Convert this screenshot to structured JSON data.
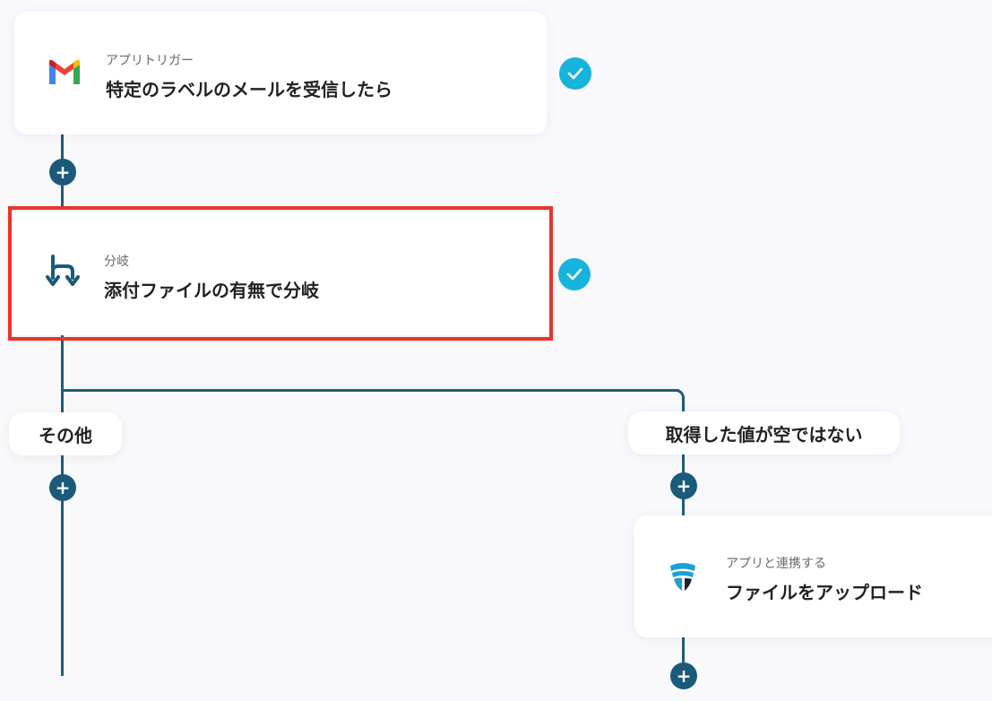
{
  "steps": [
    {
      "category": "アプリトリガー",
      "title": "特定のラベルのメールを受信したら",
      "app_icon": "gmail-icon",
      "status": "completed"
    },
    {
      "category": "分岐",
      "title": "添付ファイルの有無で分岐",
      "app_icon": "branch-icon",
      "status": "completed",
      "highlighted": true
    },
    {
      "category": "アプリと連携する",
      "title": "ファイルをアップロード",
      "app_icon": "cloud-storage-app-icon"
    }
  ],
  "branches": {
    "left_label": "その他",
    "right_label": "取得した値が空ではない"
  },
  "add_button_symbol": "+",
  "colors": {
    "connector": "#1f5c7a",
    "check": "#16b4dd",
    "highlight": "#ec3228",
    "background": "#f9f8fb"
  }
}
